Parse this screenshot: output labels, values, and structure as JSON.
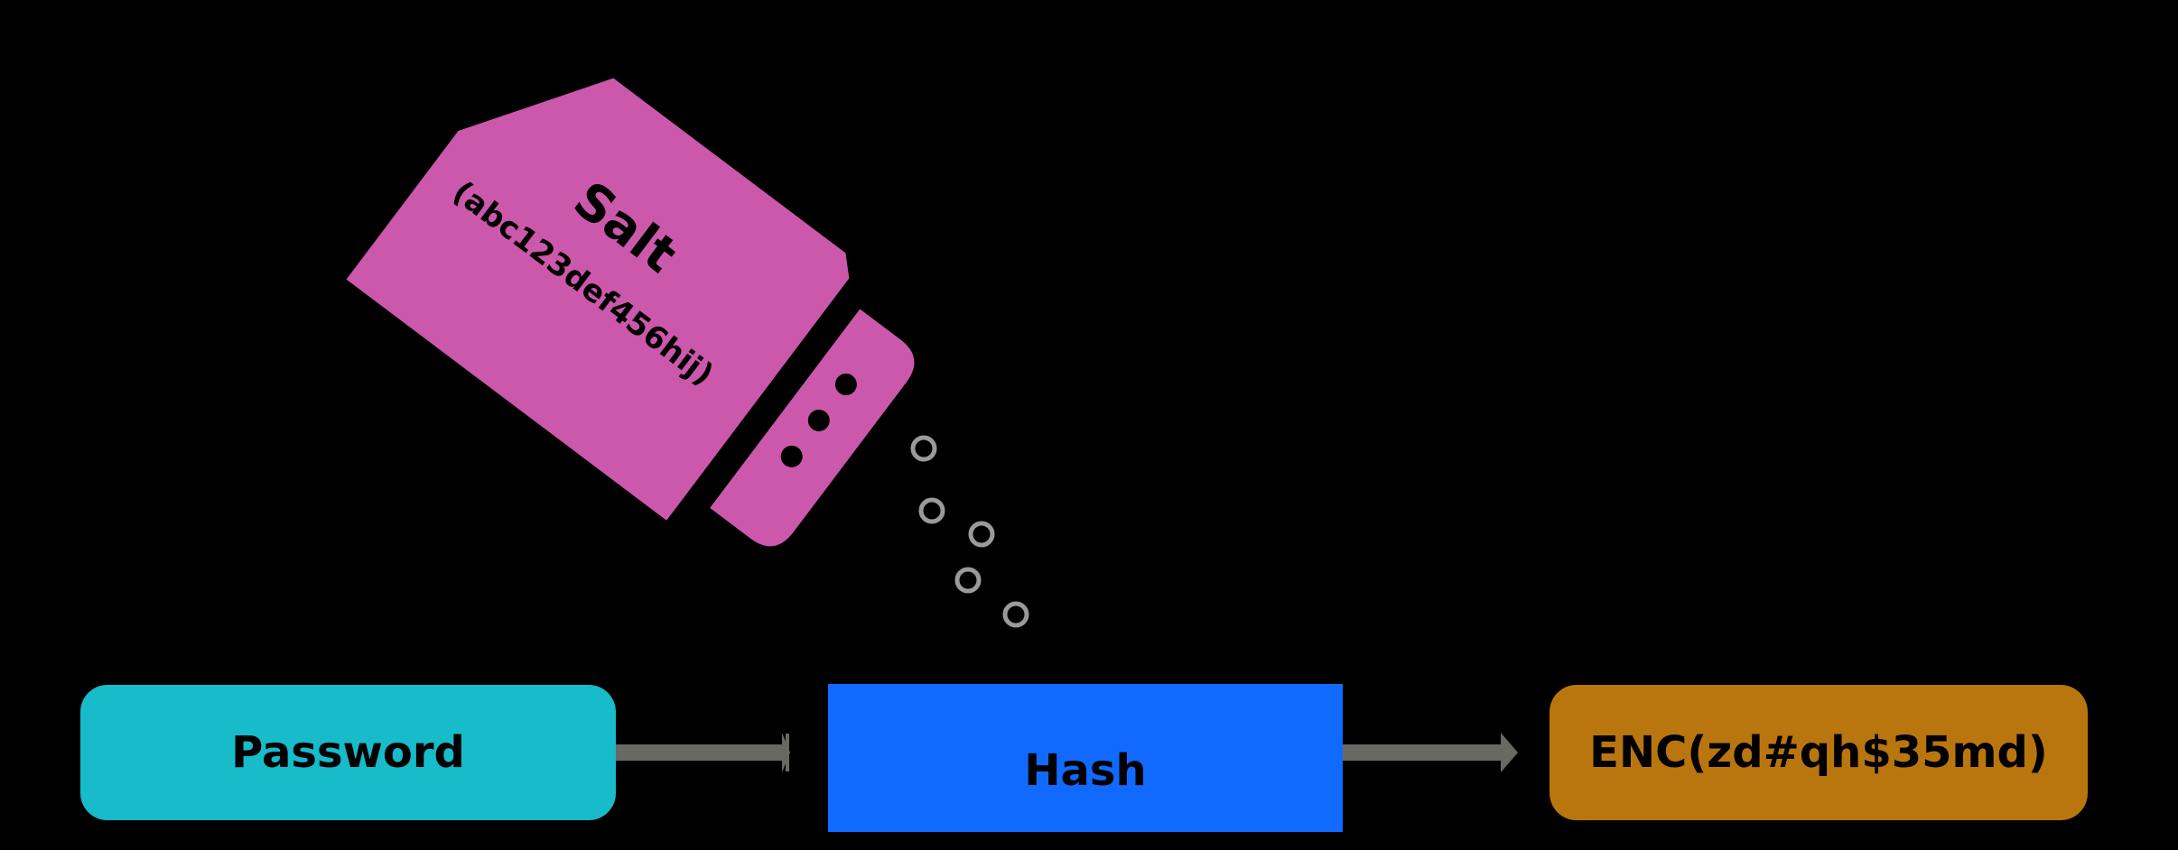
{
  "salt": {
    "label": "Salt",
    "value": "(abc123def456hij)"
  },
  "password": {
    "label": "Password"
  },
  "hash": {
    "label": "Hash"
  },
  "output": {
    "label": "ENC(zd#qh$35md)"
  },
  "colors": {
    "background": "#000000",
    "salt": "#CC58AC",
    "password": "#17BBC9",
    "hash": "#116AFF",
    "output": "#BA760E",
    "arrow": "#6A6862",
    "grains": "#9A9A9A",
    "text": "#000000"
  },
  "icons": {
    "shaker": "salt-shaker-icon",
    "grain": "salt-grain-icon",
    "arrow": "arrow-right-icon"
  }
}
